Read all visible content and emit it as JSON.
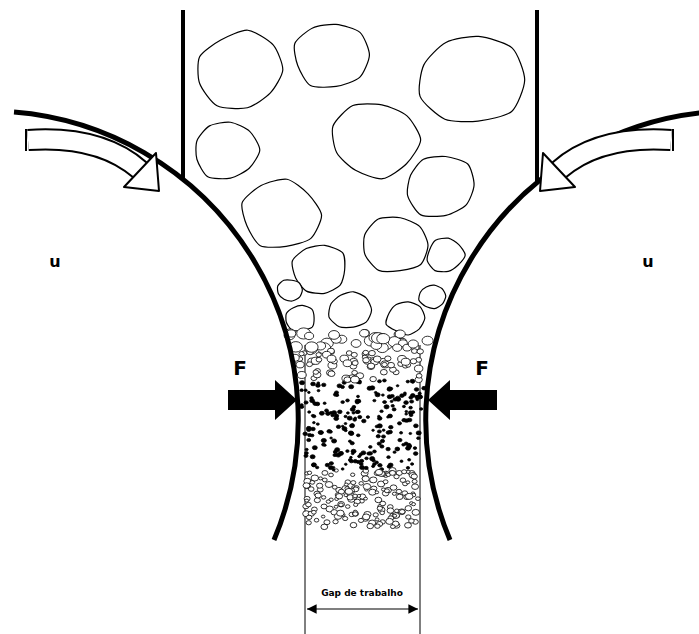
{
  "diagram": {
    "labels": [
      "u",
      "u",
      "F",
      "F",
      "Gap de trabalho"
    ]
  }
}
